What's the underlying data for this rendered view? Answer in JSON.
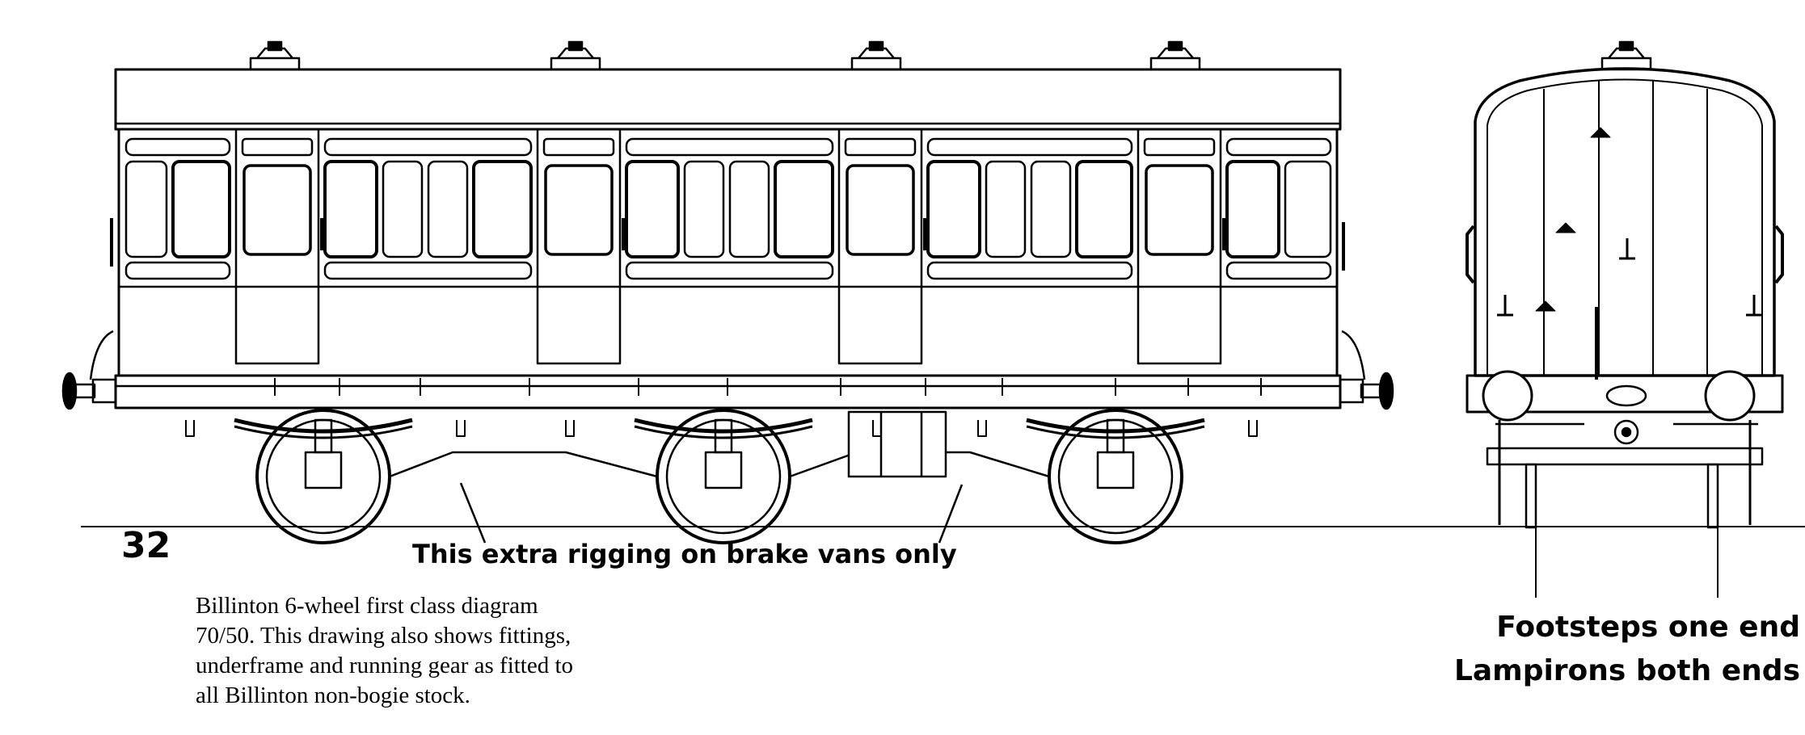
{
  "page_number": "32",
  "rigging_note": "This extra rigging on brake vans only",
  "caption_lines": [
    "Billinton 6-wheel first class diagram",
    "70/50. This drawing also shows fittings,",
    "underframe and running gear as fitted to",
    "all Billinton non-bogie stock."
  ],
  "end_view_notes": {
    "line1": "Footsteps one end",
    "line2": "Lampirons both ends"
  }
}
